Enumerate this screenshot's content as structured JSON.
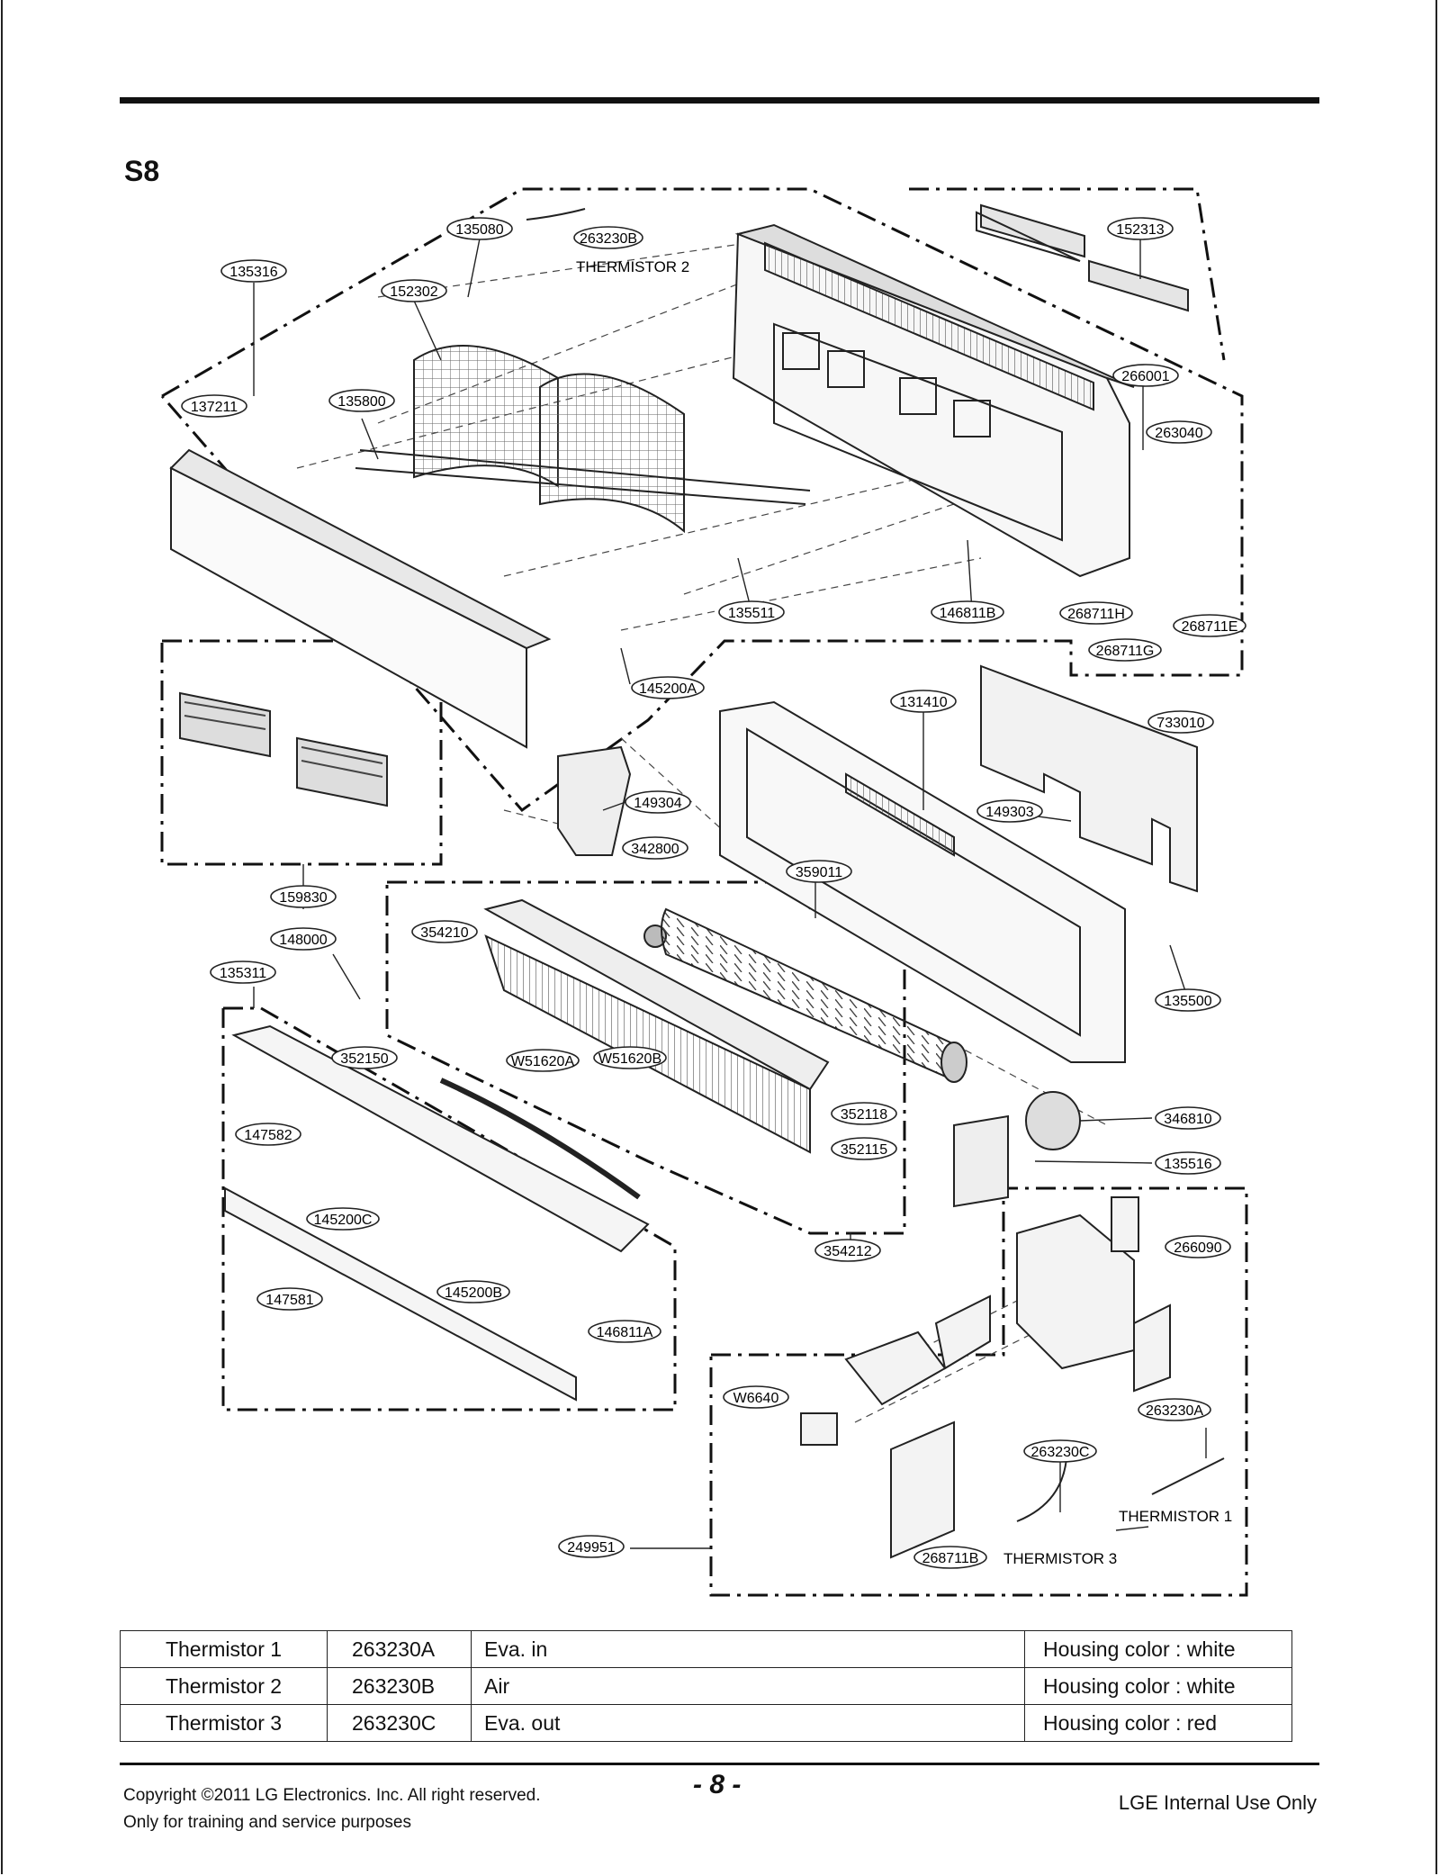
{
  "section": {
    "title": "S8"
  },
  "callouts": [
    {
      "id": "135080"
    },
    {
      "id": "263230B"
    },
    {
      "id": "152313"
    },
    {
      "id": "135316"
    },
    {
      "id": "152302"
    },
    {
      "id": "137211"
    },
    {
      "id": "135800"
    },
    {
      "id": "266001"
    },
    {
      "id": "263040"
    },
    {
      "id": "135511"
    },
    {
      "id": "146811B"
    },
    {
      "id": "268711H"
    },
    {
      "id": "268711E"
    },
    {
      "id": "268711G"
    },
    {
      "id": "145200A"
    },
    {
      "id": "131410"
    },
    {
      "id": "733010"
    },
    {
      "id": "149304"
    },
    {
      "id": "149303"
    },
    {
      "id": "342800"
    },
    {
      "id": "359011"
    },
    {
      "id": "159830"
    },
    {
      "id": "148000"
    },
    {
      "id": "354210"
    },
    {
      "id": "135311"
    },
    {
      "id": "135500"
    },
    {
      "id": "352150"
    },
    {
      "id": "W51620A"
    },
    {
      "id": "W51620B"
    },
    {
      "id": "352118"
    },
    {
      "id": "352115"
    },
    {
      "id": "346810"
    },
    {
      "id": "147582"
    },
    {
      "id": "135516"
    },
    {
      "id": "145200C"
    },
    {
      "id": "266090"
    },
    {
      "id": "354212"
    },
    {
      "id": "147581"
    },
    {
      "id": "145200B"
    },
    {
      "id": "146811A"
    },
    {
      "id": "W6640"
    },
    {
      "id": "263230A"
    },
    {
      "id": "263230C"
    },
    {
      "id": "249951"
    },
    {
      "id": "268711B"
    }
  ],
  "labels": {
    "thermistor2": "THERMISTOR 2",
    "thermistor1": "THERMISTOR 1",
    "thermistor3": "THERMISTOR 3"
  },
  "table": {
    "rows": [
      {
        "name": "Thermistor 1",
        "code": "263230A",
        "position": "Eva. in",
        "housing": "Housing color : white"
      },
      {
        "name": "Thermistor 2",
        "code": "263230B",
        "position": "Air",
        "housing": "Housing color : white"
      },
      {
        "name": "Thermistor 3",
        "code": "263230C",
        "position": "Eva. out",
        "housing": "Housing color : red"
      }
    ]
  },
  "footer": {
    "copyright": "Copyright ©2011 LG Electronics. Inc. All right reserved.",
    "training": "Only for training and service purposes",
    "page_number": "- 8 -",
    "internal": "LGE Internal Use Only"
  }
}
